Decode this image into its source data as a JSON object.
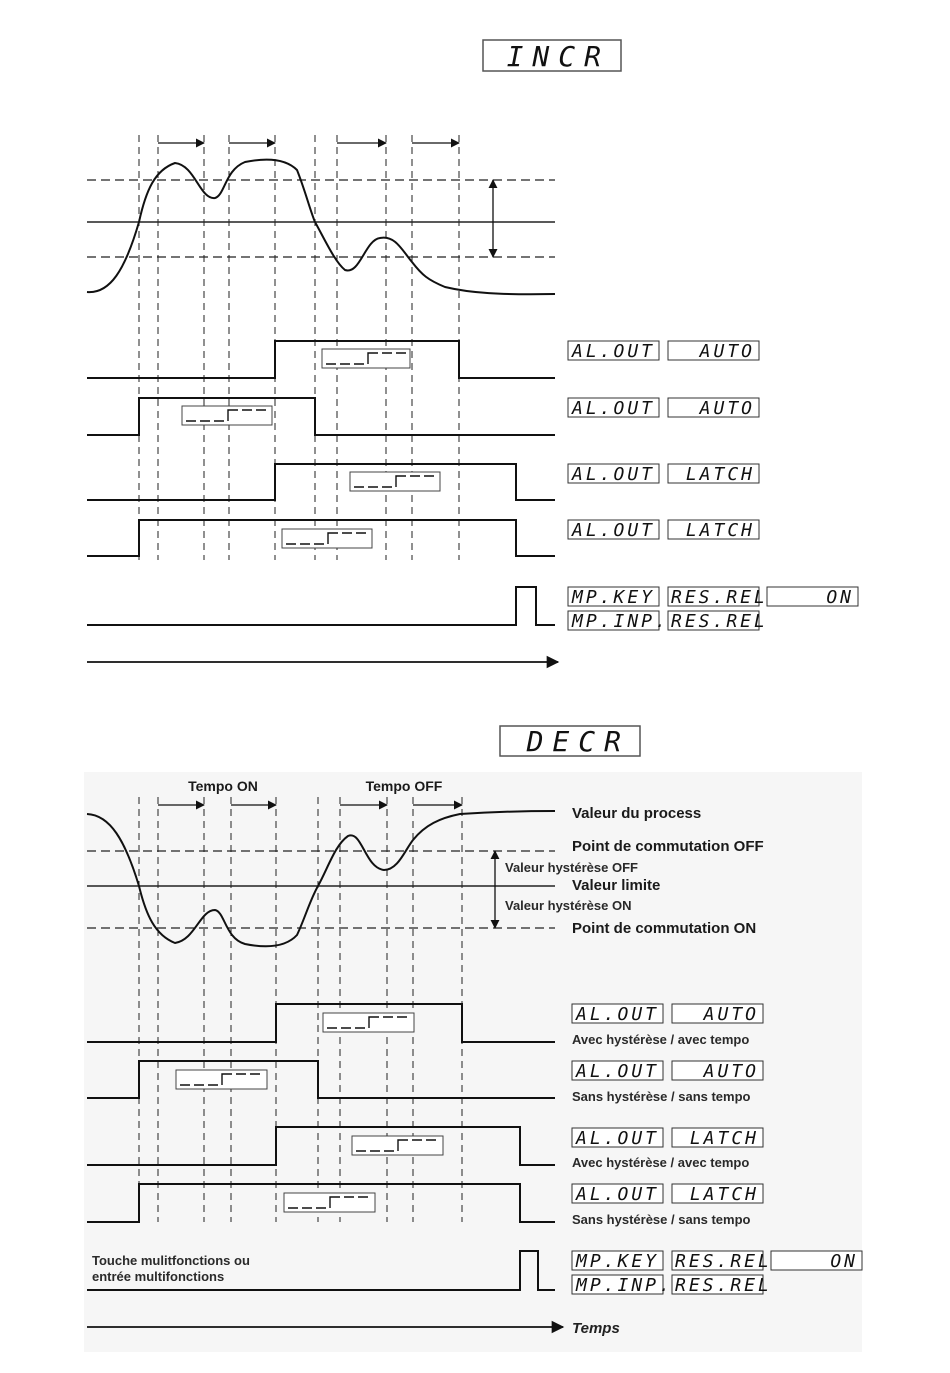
{
  "top": {
    "mode_display": "INCR",
    "rows": [
      {
        "param": "AL.OUT",
        "value": "AUTO"
      },
      {
        "param": "AL.OUT",
        "value": "AUTO"
      },
      {
        "param": "AL.OUT",
        "value": "LATCH"
      },
      {
        "param": "AL.OUT",
        "value": "LATCH"
      }
    ],
    "reset": {
      "key": "MP.KEY",
      "inp": "MP.INP.",
      "res": "RES.REL",
      "on": "ON"
    }
  },
  "bottom": {
    "mode_display": "DECR",
    "tempo_on": "Tempo ON",
    "tempo_off": "Tempo OFF",
    "labels": {
      "process": "Valeur du process",
      "switch_off": "Point de commutation OFF",
      "hyst_off": "Valeur hystérèse OFF",
      "limit": "Valeur limite",
      "hyst_on": "Valeur hystérèse ON",
      "switch_on": "Point de commutation ON"
    },
    "rows": [
      {
        "param": "AL.OUT",
        "value": "AUTO",
        "caption": "Avec hystérèse / avec tempo"
      },
      {
        "param": "AL.OUT",
        "value": "AUTO",
        "caption": "Sans hystérèse / sans tempo"
      },
      {
        "param": "AL.OUT",
        "value": "LATCH",
        "caption": "Avec hystérèse / avec tempo"
      },
      {
        "param": "AL.OUT",
        "value": "LATCH",
        "caption": "Sans hystérèse / sans tempo"
      }
    ],
    "reset": {
      "key": "MP.KEY",
      "inp": "MP.INP.",
      "res": "RES.REL",
      "on": "ON",
      "caption_line1": "Touche mulitfonctions ou",
      "caption_line2": "entrée multifonctions"
    },
    "time_label": "Temps"
  }
}
